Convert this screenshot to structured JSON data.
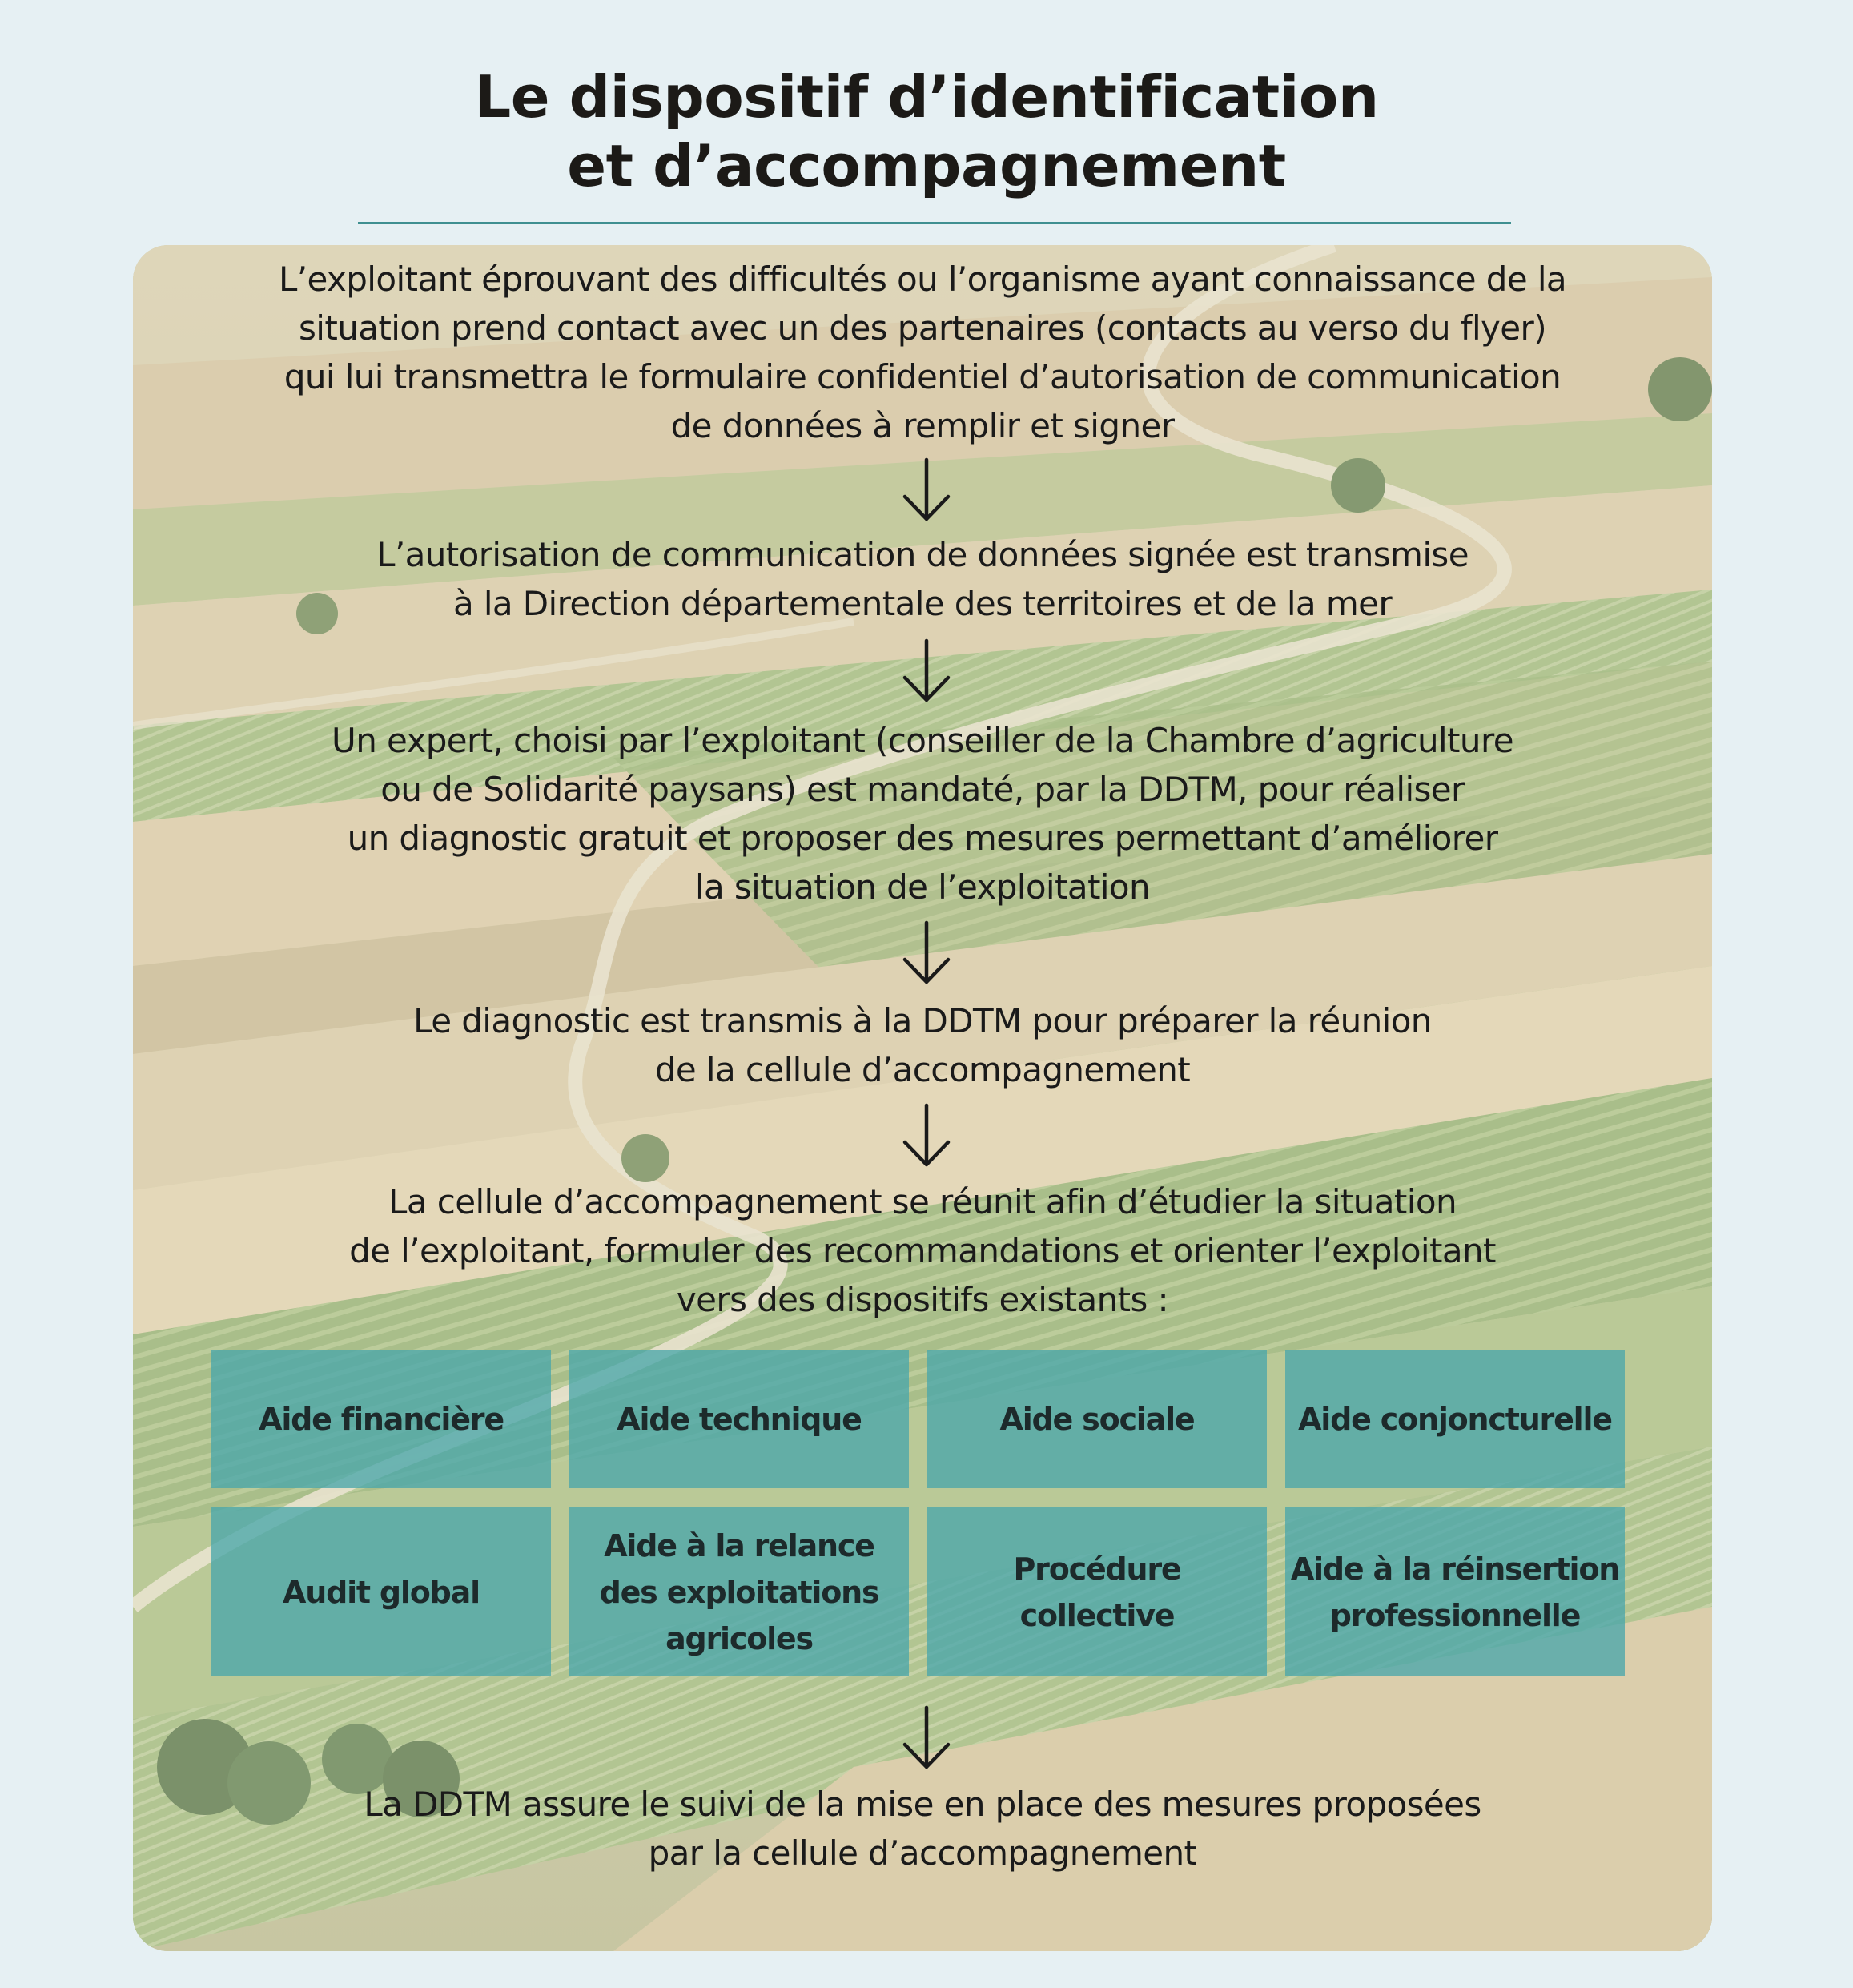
{
  "title": {
    "line1": "Le dispositif d’identification",
    "line2": "et d’accompagnement"
  },
  "colors": {
    "accent": "#3f8f90",
    "box_fill": "#4aa6ab",
    "page_background": "#e6f0f3"
  },
  "steps": [
    {
      "lines": [
        "L’exploitant éprouvant des difficultés ou l’organisme ayant connaissance de la",
        "situation prend contact avec un des partenaires (contacts au verso du flyer)",
        "qui lui transmettra le formulaire confidentiel d’autorisation de communication",
        "de données à remplir et signer"
      ]
    },
    {
      "lines": [
        "L’autorisation de communication de données signée est transmise",
        "à la Direction départementale des territoires et de la mer"
      ]
    },
    {
      "lines": [
        "Un expert, choisi par l’exploitant (conseiller de la Chambre d’agriculture",
        "ou de Solidarité paysans) est mandaté, par la DDTM, pour réaliser",
        "un diagnostic gratuit et proposer des mesures permettant d’améliorer",
        "la situation de l’exploitation"
      ]
    },
    {
      "lines": [
        "Le diagnostic est transmis à la DDTM pour préparer la réunion",
        "de la cellule d’accompagnement"
      ]
    },
    {
      "lines": [
        "La cellule d’accompagnement se réunit afin d’étudier la situation",
        "de l’exploitant, formuler des recommandations et orienter l’exploitant",
        "vers des dispositifs existants :"
      ]
    },
    {
      "lines": [
        "La DDTM assure le suivi de la mise en place des mesures proposées",
        "par la cellule d’accompagnement"
      ]
    }
  ],
  "dispositifs": [
    {
      "lines": [
        "Aide financière"
      ]
    },
    {
      "lines": [
        "Aide technique"
      ]
    },
    {
      "lines": [
        "Aide sociale"
      ]
    },
    {
      "lines": [
        "Aide conjoncturelle"
      ]
    },
    {
      "lines": [
        "Audit global"
      ]
    },
    {
      "lines": [
        "Aide à la relance",
        "des exploitations",
        "agricoles"
      ]
    },
    {
      "lines": [
        "Procédure",
        "collective"
      ]
    },
    {
      "lines": [
        "Aide à la réinsertion",
        "professionnelle"
      ]
    }
  ],
  "icons": {
    "arrow": "arrow-down-icon",
    "background": "aerial-farmland-photo"
  }
}
